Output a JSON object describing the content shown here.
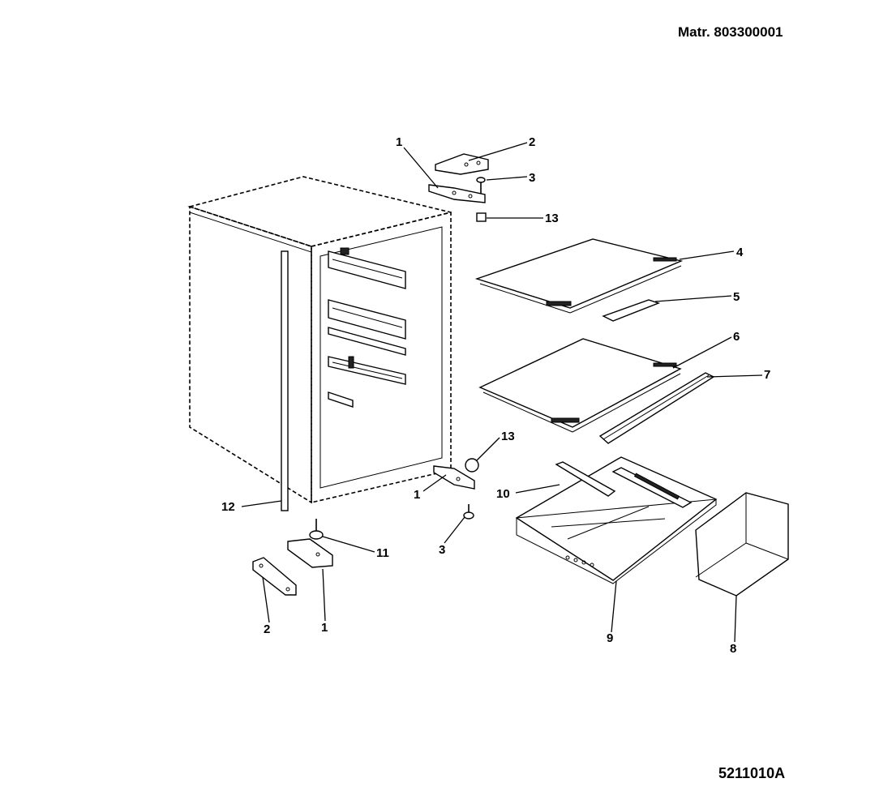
{
  "header": {
    "material_number": "Matr. 803300001",
    "drawing_number": "5211010A"
  },
  "callouts": [
    {
      "id": "top-hinge-plate",
      "label": "1"
    },
    {
      "id": "top-hinge-bracket",
      "label": "2"
    },
    {
      "id": "top-hinge-pin",
      "label": "3"
    },
    {
      "id": "top-cap",
      "label": "13"
    },
    {
      "id": "upper-shelf",
      "label": "4"
    },
    {
      "id": "upper-shelf-trim",
      "label": "5"
    },
    {
      "id": "lower-shelf",
      "label": "6"
    },
    {
      "id": "lower-shelf-trim",
      "label": "7"
    },
    {
      "id": "mid-cap",
      "label": "13"
    },
    {
      "id": "mid-hinge-plate",
      "label": "1"
    },
    {
      "id": "mid-hinge-pin",
      "label": "3"
    },
    {
      "id": "crisper-cover-support",
      "label": "10"
    },
    {
      "id": "gasket-strip",
      "label": "12"
    },
    {
      "id": "bottom-hinge-pin",
      "label": "11"
    },
    {
      "id": "bottom-hinge-bracket",
      "label": "2"
    },
    {
      "id": "bottom-hinge-plate",
      "label": "1"
    },
    {
      "id": "crisper-cover",
      "label": "9"
    },
    {
      "id": "crisper-drawer",
      "label": "8"
    }
  ]
}
